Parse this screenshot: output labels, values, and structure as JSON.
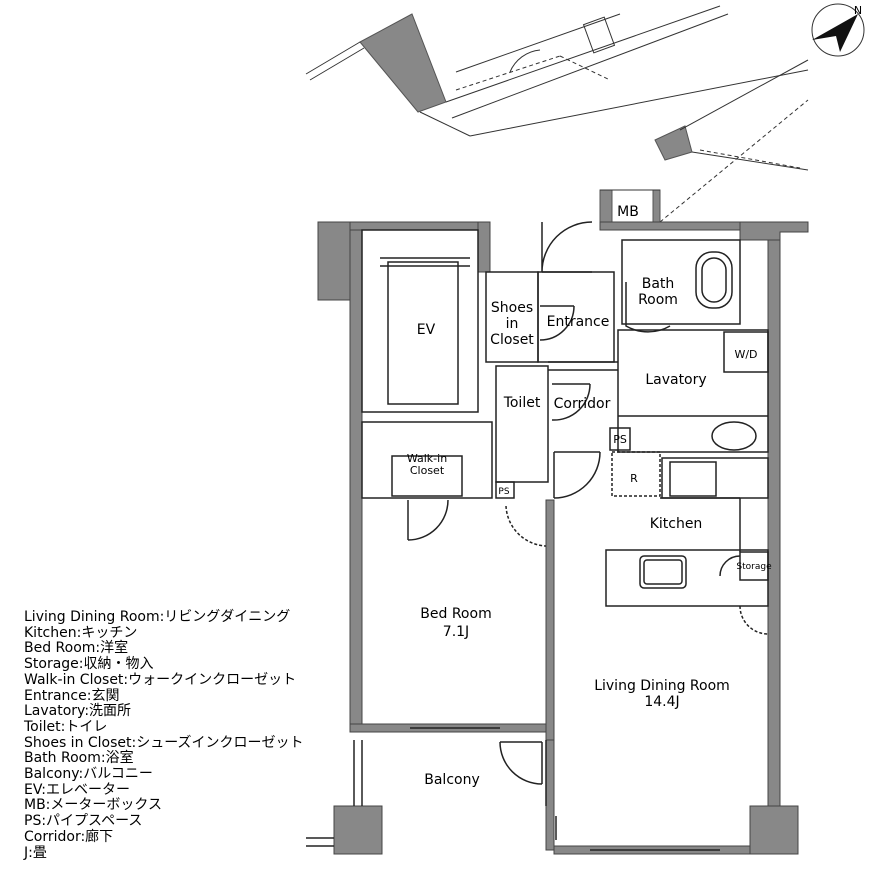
{
  "compass": {
    "label": "N",
    "icon": "north-arrow-icon"
  },
  "rooms": {
    "mb": "MB",
    "bath_room": [
      "Bath",
      "Room"
    ],
    "shoes_in_closet": [
      "Shoes",
      "in",
      "Closet"
    ],
    "entrance": "Entrance",
    "ev": "EV",
    "toilet": "Toilet",
    "corridor": "Corridor",
    "lavatory": "Lavatory",
    "wd": "W/D",
    "ps": "PS",
    "r": "R",
    "walk_in_closet": [
      "Walk-in",
      "Closet"
    ],
    "kitchen": "Kitchen",
    "storage": "Storage",
    "bed_room": [
      "Bed Room",
      "7.1J"
    ],
    "living_dining_room": [
      "Living Dining Room",
      "14.4J"
    ],
    "balcony": "Balcony"
  },
  "legend": [
    "Living Dining Room:リビングダイニング",
    "Kitchen:キッチン",
    "Bed Room:洋室",
    "Storage:収納・物入",
    "Walk-in Closet:ウォークインクローゼット",
    "Entrance:玄関",
    "Lavatory:洗面所",
    "Toilet:トイレ",
    "Shoes in Closet:シューズインクローゼット",
    "Bath Room:浴室",
    "Balcony:バルコニー",
    "EV:エレベーター",
    "MB:メーターボックス",
    "PS:パイプスペース",
    "Corridor:廊下",
    "J:畳"
  ]
}
